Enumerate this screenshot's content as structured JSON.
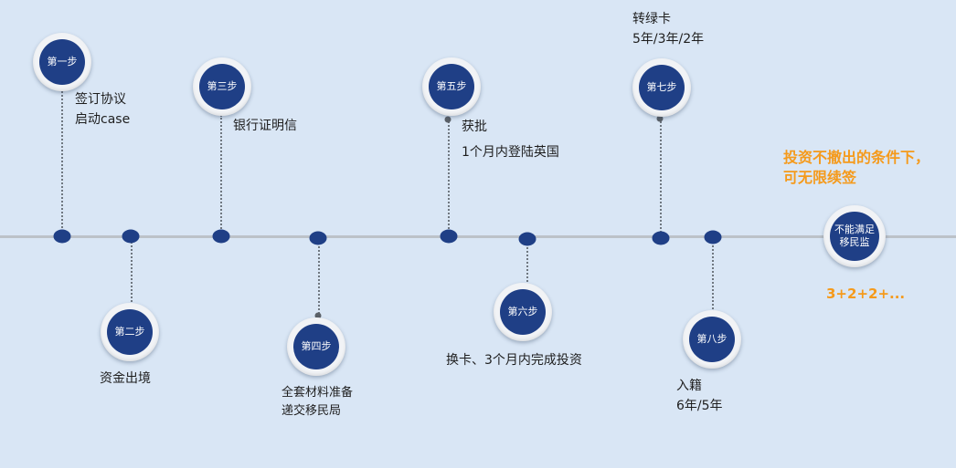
{
  "steps": [
    {
      "label": "第一步",
      "lines": [
        "签订协议",
        "启动case"
      ]
    },
    {
      "label": "第二步",
      "lines": [
        "资金出境"
      ]
    },
    {
      "label": "第三步",
      "lines": [
        "银行证明信"
      ]
    },
    {
      "label": "第四步",
      "lines": [
        "全套材料准备",
        "递交移民局"
      ]
    },
    {
      "label": "第五步",
      "lines": [
        "获批",
        "1个月内登陆英国"
      ]
    },
    {
      "label": "第六步",
      "lines": [
        "换卡、3个月内完成投资"
      ]
    },
    {
      "label": "第七步",
      "lines": [
        "转绿卡",
        "5年/3年/2年"
      ]
    },
    {
      "label": "第八步",
      "lines": [
        "入籍",
        "6年/5年"
      ]
    }
  ],
  "final": {
    "badge": [
      "不能满足",
      "移民监"
    ],
    "note": [
      "投资不撤出的条件下，",
      "可无限续签"
    ],
    "renew": "3+2+2+..."
  },
  "colors": {
    "background": "#d9e6f5",
    "badge": "#1f3f86",
    "accent": "#f59a1b",
    "line": "#bcc2c8"
  }
}
